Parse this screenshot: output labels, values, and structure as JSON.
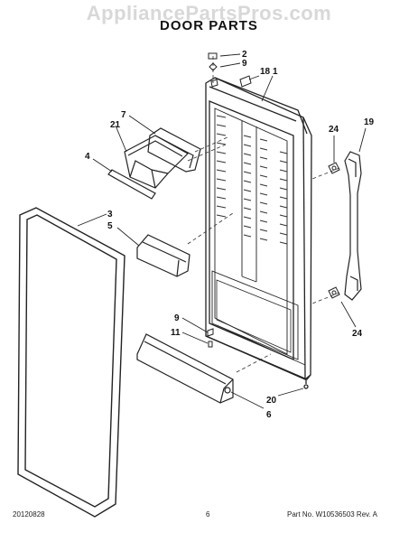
{
  "watermark": "AppliancePartsPros.com",
  "title": "DOOR PARTS",
  "callouts": {
    "c2": "2",
    "c9a": "9",
    "c18": "18",
    "c1": "1",
    "c7": "7",
    "c21": "21",
    "c4": "4",
    "c24a": "24",
    "c19": "19",
    "c3": "3",
    "c5": "5",
    "c9b": "9",
    "c11": "11",
    "c24b": "24",
    "c20": "20",
    "c6": "6"
  },
  "footer": {
    "date": "20120828",
    "page": "6",
    "part_number": "Part No. W10536503  Rev. A"
  }
}
